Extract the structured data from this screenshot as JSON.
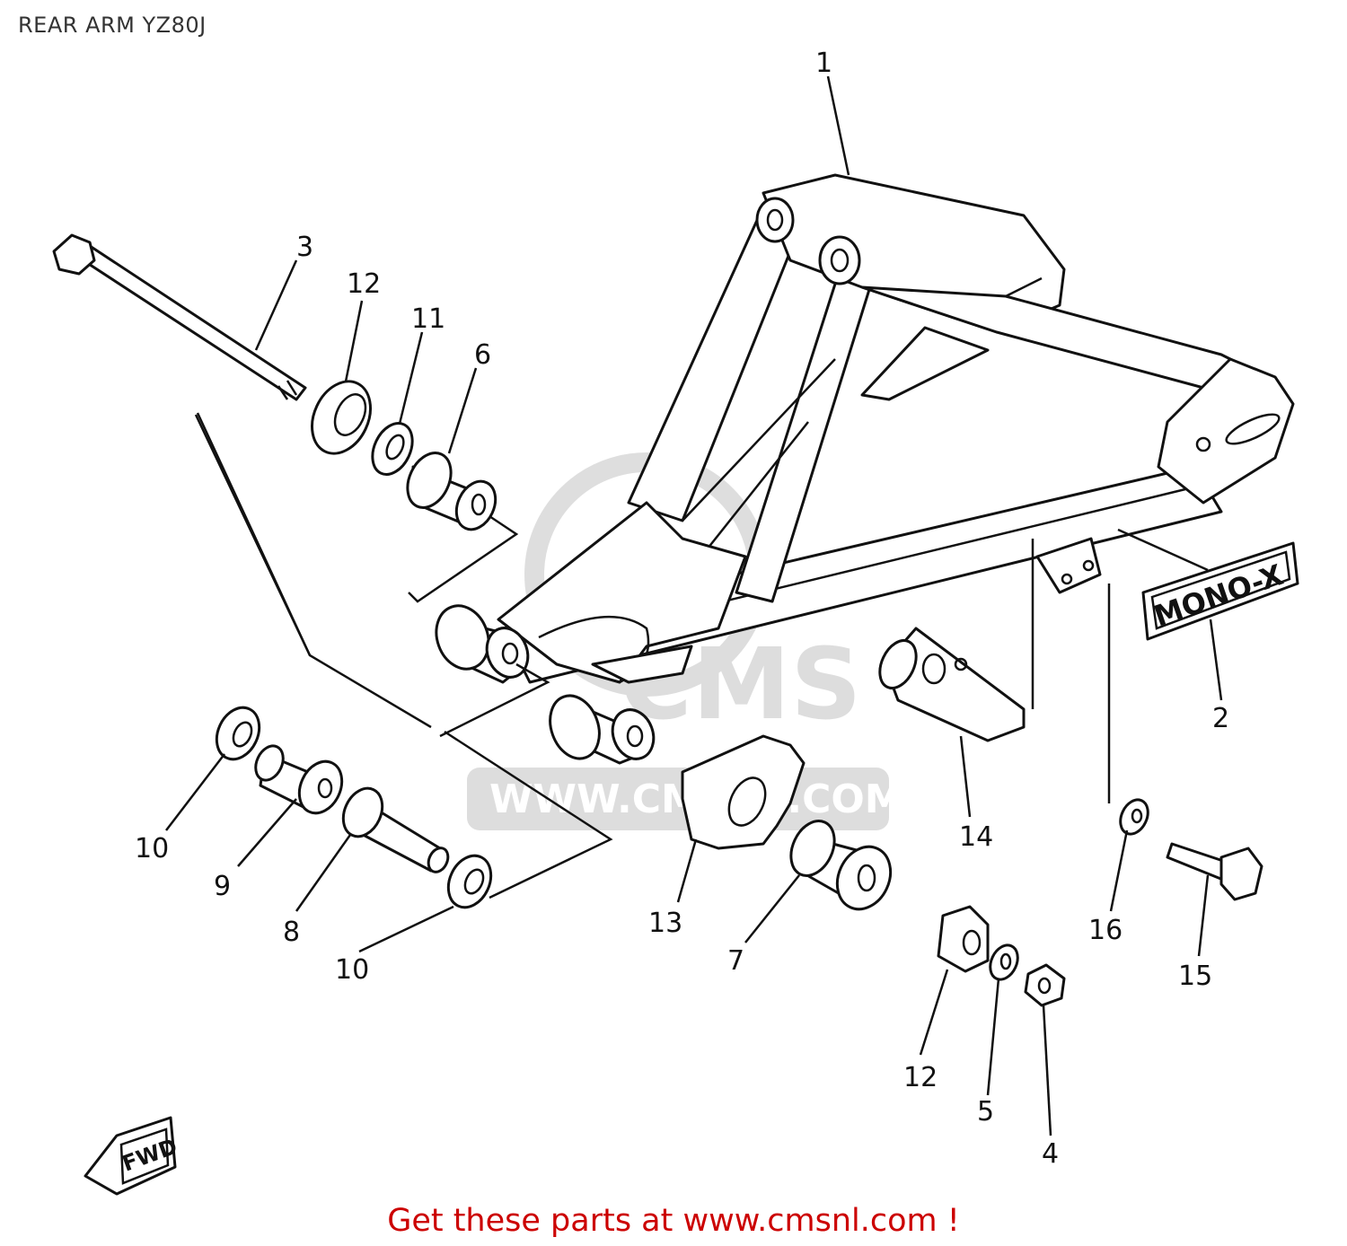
{
  "diagram": {
    "title": "REAR ARM  YZ80J",
    "labels": {
      "decal_text": "MONO-X",
      "fwd_text": "FWD",
      "watermark_logo": "CMS",
      "watermark_url": "WWW.CMSNL.COM"
    },
    "parts": [
      "1",
      "2",
      "3",
      "4",
      "5",
      "6",
      "7",
      "8",
      "9",
      "10",
      "11",
      "12",
      "13",
      "14",
      "15",
      "16"
    ],
    "callouts": {
      "p1": "1",
      "p2": "2",
      "p3": "3",
      "p4": "4",
      "p5": "5",
      "p6": "6",
      "p7": "7",
      "p8": "8",
      "p9": "9",
      "p10a": "10",
      "p10b": "10",
      "p11": "11",
      "p12a": "12",
      "p12b": "12",
      "p13": "13",
      "p14": "14",
      "p15": "15",
      "p16": "16"
    }
  },
  "footer": {
    "cta_text": "Get these parts at www.cmsnl.com !",
    "cta_color": "#cc0000"
  }
}
